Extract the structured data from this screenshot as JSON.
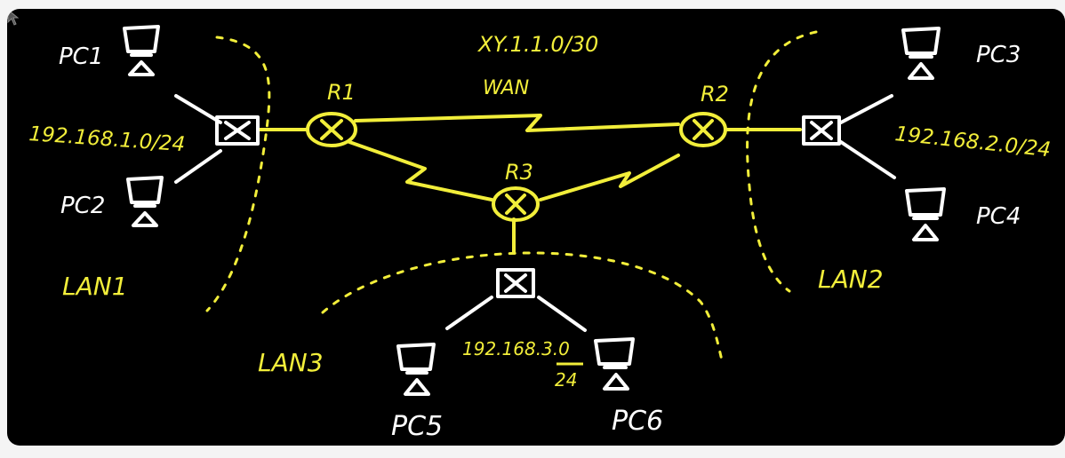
{
  "colors": {
    "board": "#000000",
    "ink_white": "#ffffff",
    "ink_yellow": "#f2ee3a"
  },
  "pcs": [
    {
      "id": "pc1",
      "label": "PC1"
    },
    {
      "id": "pc2",
      "label": "PC2"
    },
    {
      "id": "pc3",
      "label": "PC3"
    },
    {
      "id": "pc4",
      "label": "PC4"
    },
    {
      "id": "pc5",
      "label": "PC5"
    },
    {
      "id": "pc6",
      "label": "PC6"
    }
  ],
  "routers": [
    {
      "id": "r1",
      "label": "R1"
    },
    {
      "id": "r2",
      "label": "R2"
    },
    {
      "id": "r3",
      "label": "R3"
    }
  ],
  "networks": {
    "wan_subnet": "XY.1.1.0/30",
    "wan_label": "WAN",
    "lan1_subnet": "192.168.1.0/24",
    "lan2_subnet": "192.168.2.0/24",
    "lan3_subnet": "192.168.3.0",
    "lan3_mask": "24"
  },
  "lans": {
    "lan1": "LAN1",
    "lan2": "LAN2",
    "lan3": "LAN3"
  },
  "icons": {
    "cursor": "mouse-cursor-icon",
    "pc": "computer-icon",
    "switch": "switch-icon",
    "router": "router-icon"
  }
}
